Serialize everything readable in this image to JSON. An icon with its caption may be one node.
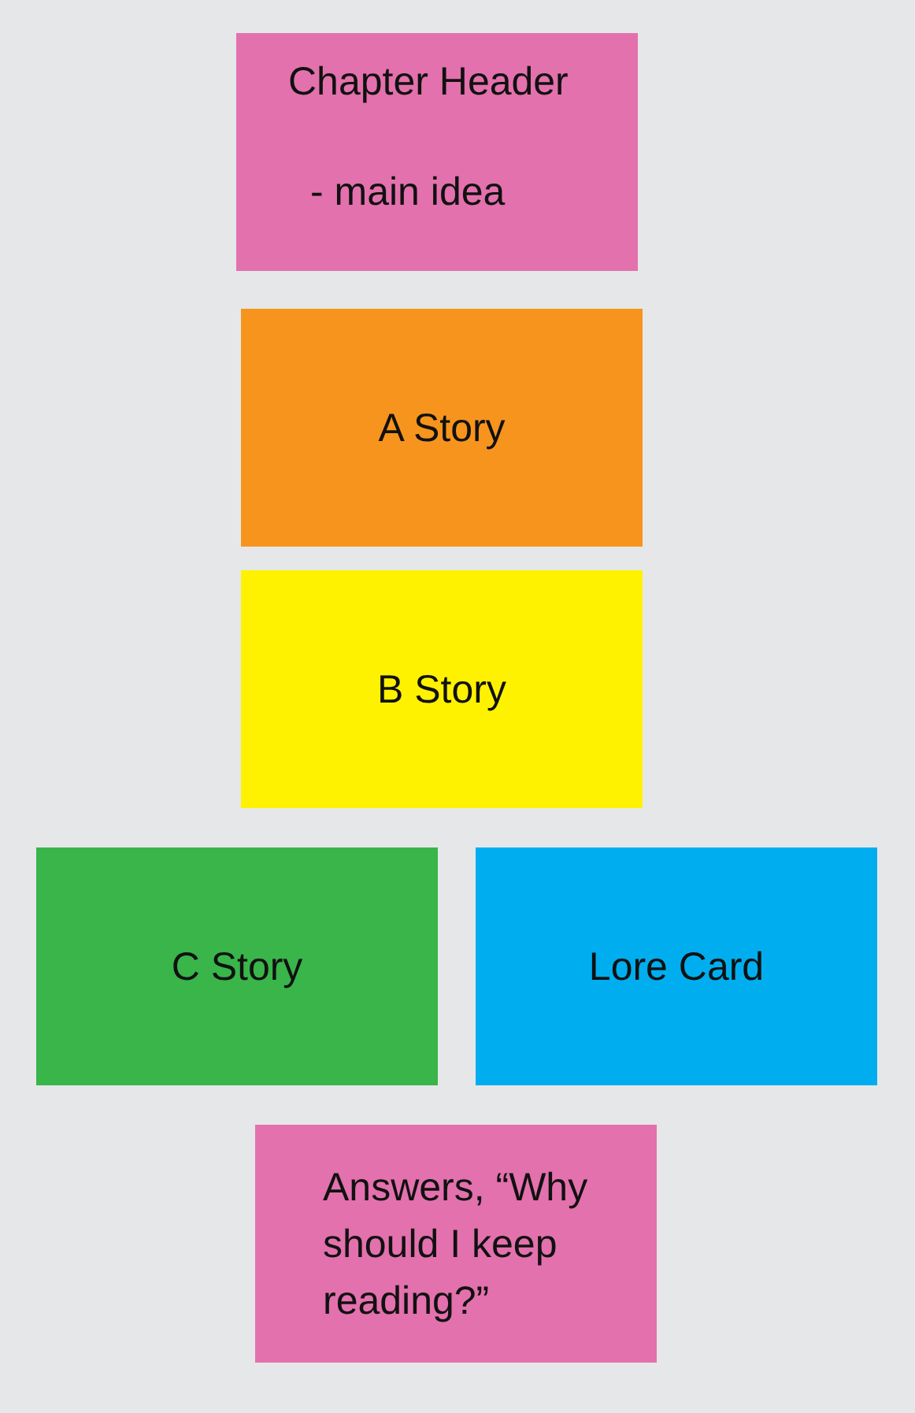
{
  "diagram": {
    "nodes": [
      {
        "text": [
          "Chapter Header",
          "- main idea"
        ]
      },
      {
        "text": [
          "A Story"
        ]
      },
      {
        "text": [
          "B Story"
        ]
      },
      {
        "text": [
          "C Story"
        ]
      },
      {
        "text": [
          "Lore Card"
        ]
      },
      {
        "text": [
          "Answers, “Why should I keep reading?”"
        ]
      }
    ]
  }
}
